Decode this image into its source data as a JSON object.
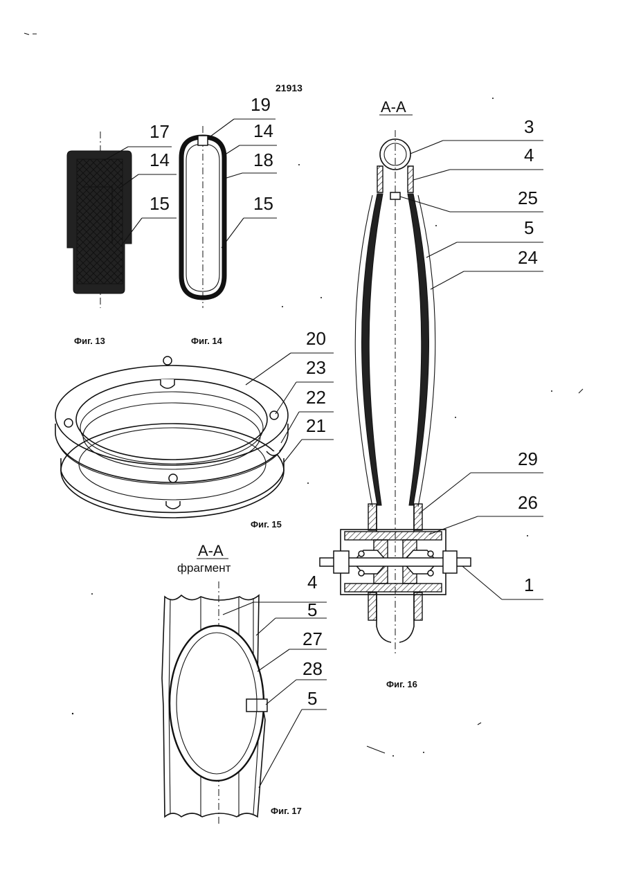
{
  "document": {
    "page_number": "21913"
  },
  "figures": {
    "fig13": {
      "caption": "Фиг. 13",
      "callouts": [
        "17",
        "14",
        "15"
      ]
    },
    "fig14": {
      "caption": "Фиг. 14",
      "callouts": [
        "19",
        "14",
        "18",
        "15"
      ]
    },
    "fig15": {
      "caption": "Фиг. 15",
      "callouts": [
        "20",
        "23",
        "22",
        "21"
      ]
    },
    "fig16": {
      "caption": "Фиг. 16",
      "section_label": "А-А",
      "callouts": [
        "3",
        "4",
        "25",
        "5",
        "24",
        "29",
        "26",
        "1"
      ]
    },
    "fig17": {
      "caption": "Фиг. 17",
      "section_label": "А-А",
      "section_sublabel": "фрагмент",
      "callouts": [
        "4",
        "5",
        "27",
        "28",
        "5"
      ]
    }
  }
}
